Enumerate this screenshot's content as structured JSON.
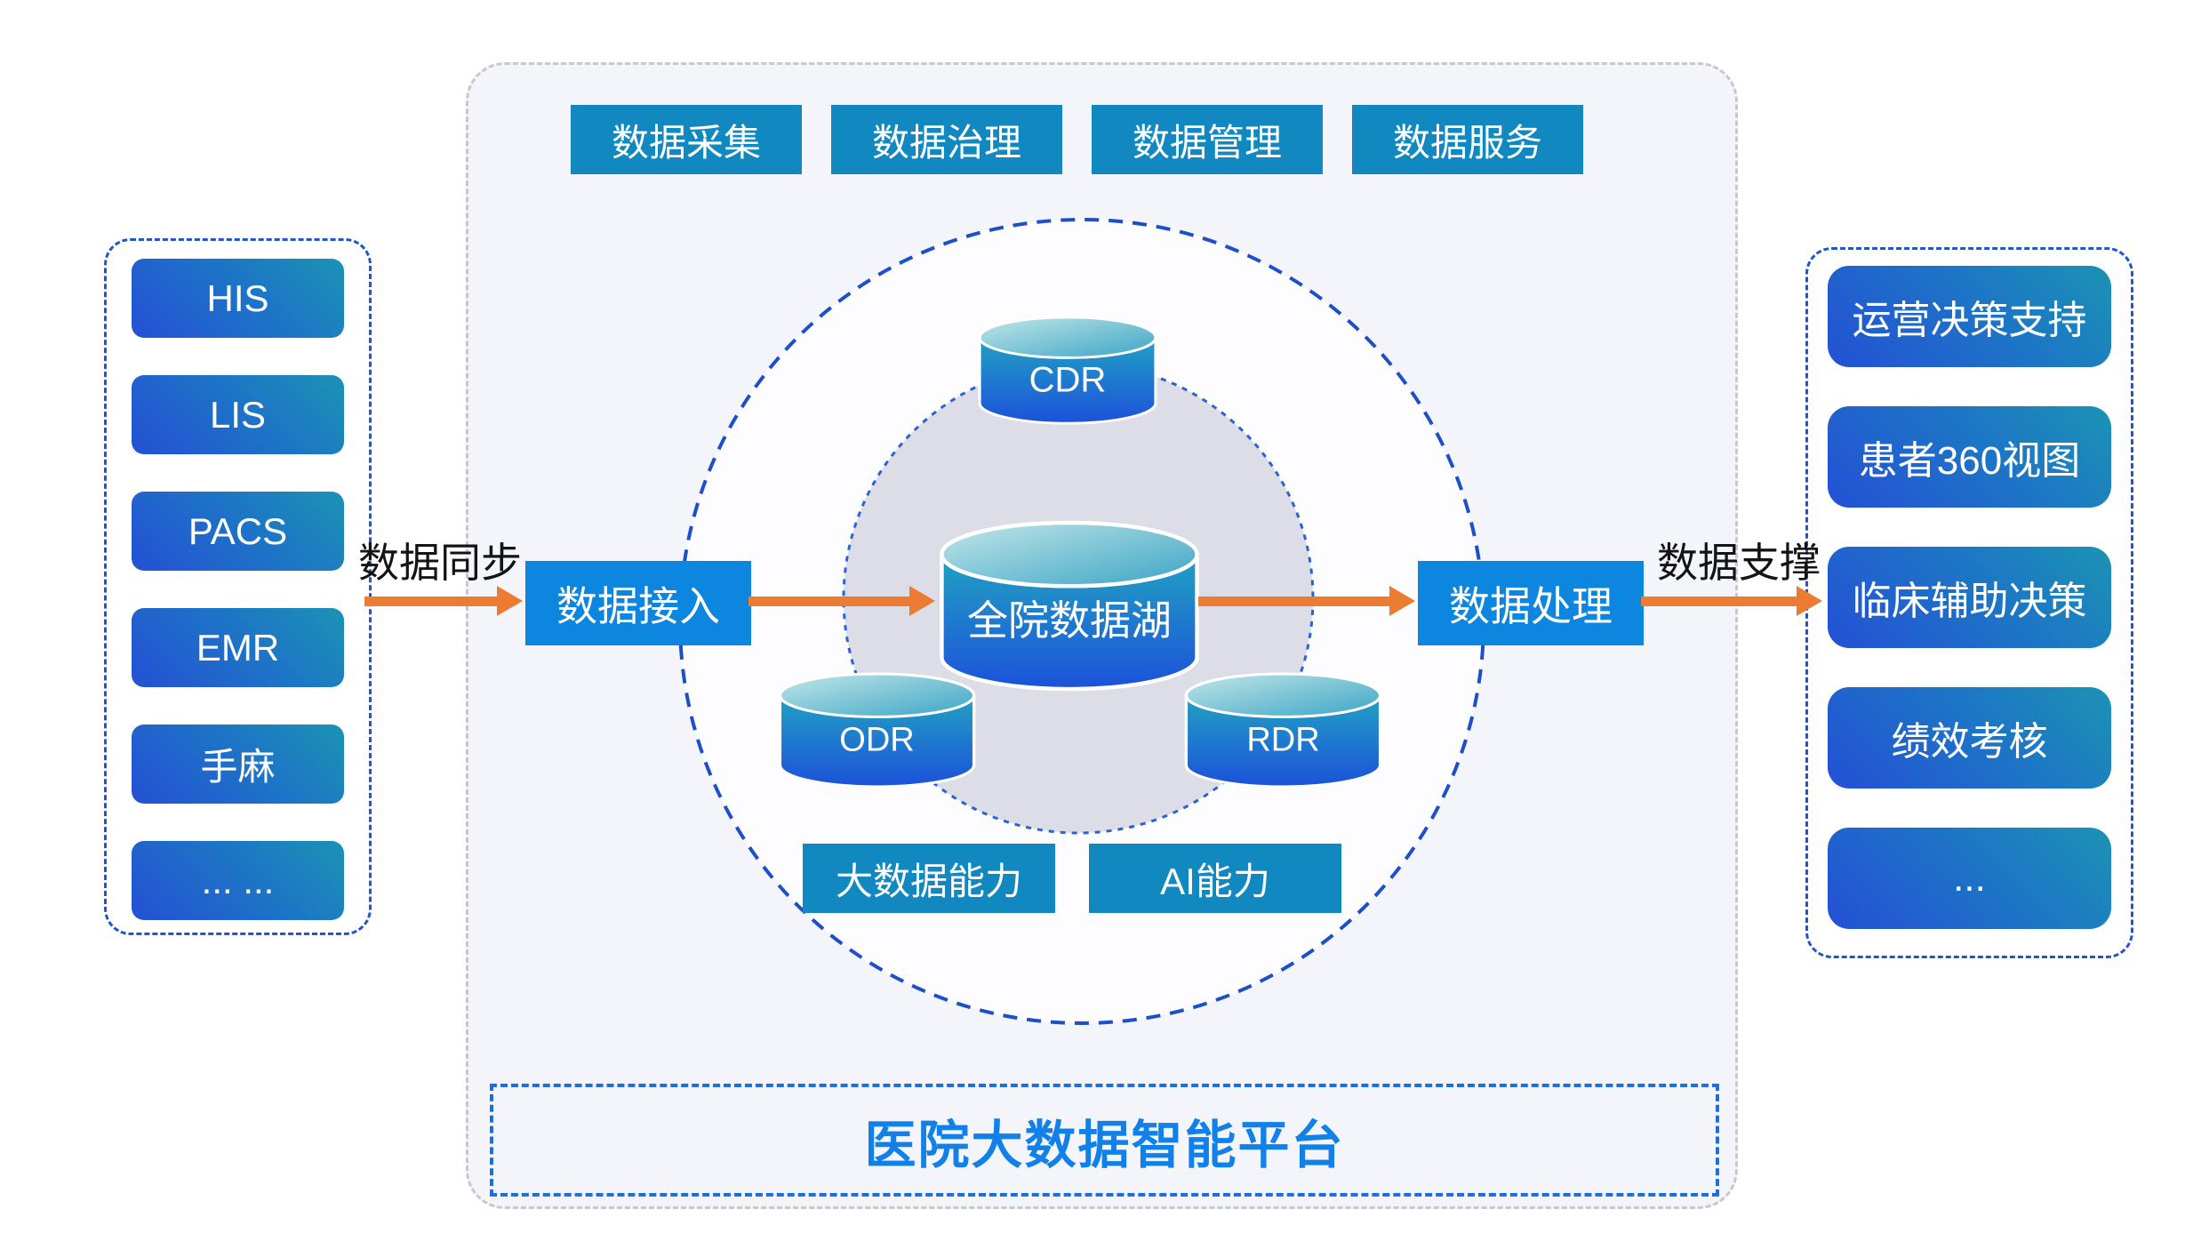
{
  "diagram_title": "医院大数据智能平台",
  "source_panel": {
    "items": [
      "HIS",
      "LIS",
      "PACS",
      "EMR",
      "手麻",
      "... ..."
    ]
  },
  "application_panel": {
    "items": [
      "运营决策支持",
      "患者360视图",
      "临床辅助决策",
      "绩效考核",
      "..."
    ]
  },
  "platform": {
    "top_capabilities": [
      "数据采集",
      "数据治理",
      "数据管理",
      "数据服务"
    ],
    "bottom_capabilities": [
      "大数据能力",
      "AI能力"
    ],
    "ingest_node": "数据接入",
    "process_node": "数据处理",
    "cylinders": {
      "cdr": "CDR",
      "lake": "全院数据湖",
      "odr": "ODR",
      "rdr": "RDR"
    }
  },
  "arrows": {
    "sync_label": "数据同步",
    "support_label": "数据支撑"
  },
  "colors": {
    "node_blue": "#0d86e0",
    "capability_teal": "#1189c0",
    "gradient_blue_start": "#2450d5",
    "gradient_teal_end": "#1b93b4",
    "arrow_orange": "#ec7c31",
    "dashed_blue": "#2056cb",
    "title_blue": "#1180e8",
    "inner_circle_fill": "#dcdde6",
    "container_bg": "#f4f5fa"
  }
}
